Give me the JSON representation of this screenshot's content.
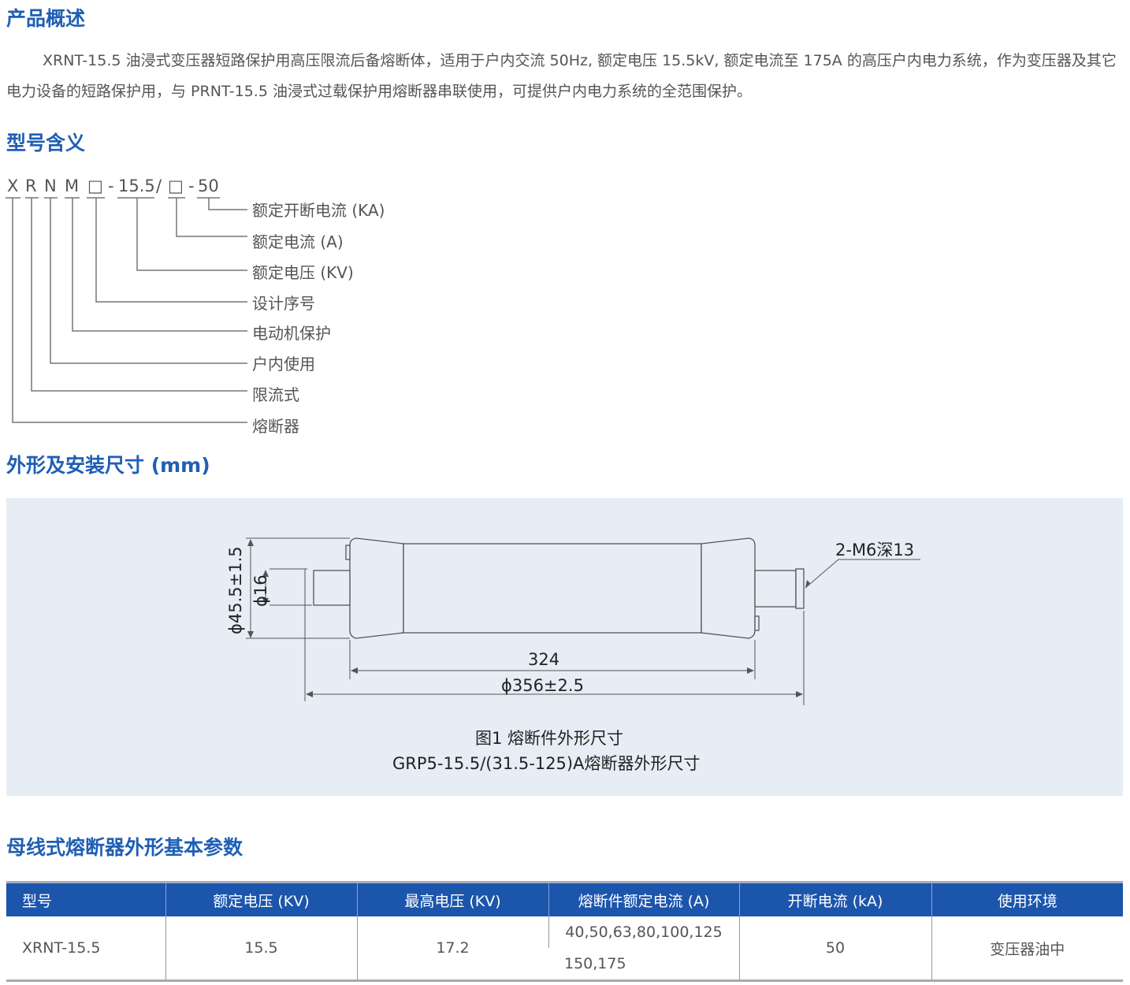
{
  "sections": {
    "overview_title": "产品概述",
    "model_title": "型号含义",
    "dimensions_title": "外形及安装尺寸 (mm)",
    "params_title": "母线式熔断器外形基本参数"
  },
  "overview": {
    "paragraph": "XRNT-15.5 油浸式变压器短路保护用高压限流后备熔断体，适用于户内交流 50Hz, 额定电压 15.5kV, 额定电流至 175A 的高压户内电力系统，作为变压器及其它电力设备的短路保护用，与 PRNT-15.5 油浸式过载保护用熔断器串联使用，可提供户内电力系统的全范围保护。"
  },
  "model_code": {
    "parts": [
      "X",
      "R",
      "N",
      "M",
      "□",
      "-",
      "15.5",
      "/",
      "□",
      "-",
      "50"
    ],
    "labels": [
      "额定开断电流 (KA)",
      "额定电流 (A)",
      "额定电压 (KV)",
      "设计序号",
      "电动机保护",
      "户内使用",
      "限流式",
      "熔断器"
    ]
  },
  "drawing": {
    "dim_outer_dia": "ϕ45.5±1.5",
    "dim_stub_dia": "ϕ16",
    "dim_body_length": "324",
    "dim_total_length": "ϕ356±2.5",
    "thread_note": "2-M6深13",
    "caption_line1": "图1 熔断件外形尺寸",
    "caption_line2": "GRP5-15.5/(31.5-125)A熔断器外形尺寸"
  },
  "table": {
    "headers": [
      "型号",
      "额定电压 (KV)",
      "最高电压 (KV)",
      "熔断件额定电流 (A)",
      "开断电流 (kA)",
      "使用环境"
    ],
    "row": {
      "model": "XRNT-15.5",
      "rated_voltage": "15.5",
      "max_voltage": "17.2",
      "rated_current_1": "40,50,63,80,100,125",
      "rated_current_2": "150,175",
      "breaking_current": "50",
      "environment": "变压器油中"
    }
  },
  "colors": {
    "accent": "#1f5fb4",
    "table_header": "#1c55ac",
    "panel_bg": "#e6edf5"
  }
}
